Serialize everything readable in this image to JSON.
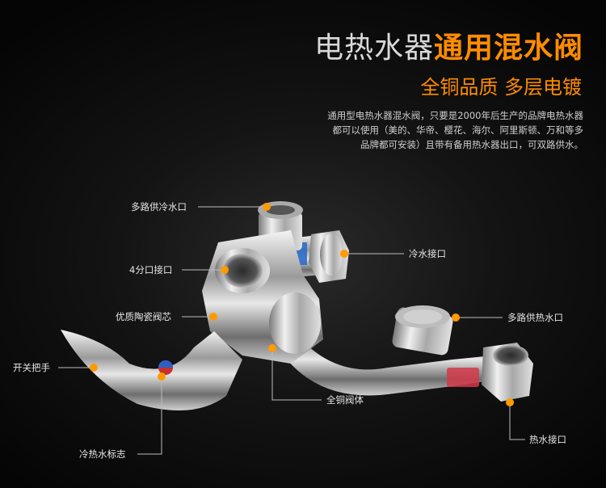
{
  "title": {
    "part1": "电热水器",
    "part2": "通用混水阀"
  },
  "subtitle": "全铜品质 多层电镀",
  "description": [
    "通用型电热水器混水阀，只要是2000年后生产的品牌电热水器",
    "都可以使用（美的、华帝、樱花、海尔、阿里斯顿、万和等多",
    "品牌都可安装）且带有备用热水器出口，可双路供水。"
  ],
  "callouts": {
    "cold_outlet_multi": "多路供冷水口",
    "quarter_inch": "4分口接口",
    "ceramic_core": "优质陶瓷阀芯",
    "handle": "开关把手",
    "cold_inlet": "冷水接口",
    "hot_outlet_multi": "多路供热水口",
    "brass_body": "全铜阀体",
    "hot_inlet": "热水接口",
    "temp_mark": "冷热水标志"
  },
  "colors": {
    "accent": "#ff8c00",
    "title_gray": "#d9d9d9"
  }
}
